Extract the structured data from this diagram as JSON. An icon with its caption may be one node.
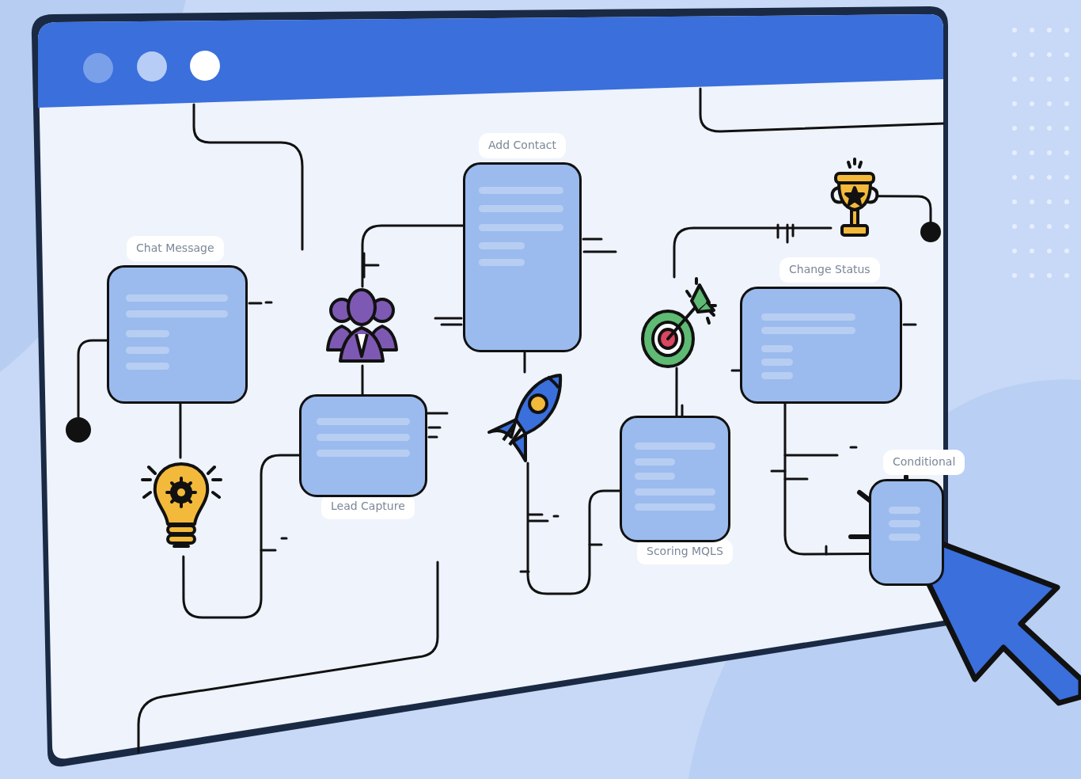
{
  "diagram": {
    "nodes": [
      {
        "text": [
          "Chat Message"
        ]
      },
      {
        "text": [],
        "shape": "picture"
      },
      {
        "text": [
          "Lead Capture"
        ]
      },
      {
        "text": [],
        "shape": "picture"
      },
      {
        "text": [
          "Add Contact"
        ]
      },
      {
        "text": [],
        "shape": "picture"
      },
      {
        "text": [
          "Scoring MQLS"
        ]
      },
      {
        "text": [],
        "shape": "picture"
      },
      {
        "text": [
          "Change Status"
        ]
      },
      {
        "text": [],
        "shape": "picture"
      },
      {
        "text": [
          "Conditional"
        ]
      },
      {
        "text": [],
        "shape": "circle"
      },
      {
        "text": [],
        "shape": "circle"
      }
    ],
    "edges": [
      {
        "from": 11,
        "to": 0,
        "arrow": "none"
      },
      {
        "from": 0,
        "to": 1,
        "arrow": "none"
      },
      {
        "from": 1,
        "to": 2,
        "arrow": "none"
      },
      {
        "from": 2,
        "to": 3,
        "arrow": "none"
      },
      {
        "from": 3,
        "to": 4,
        "arrow": "none"
      },
      {
        "from": 4,
        "to": 5,
        "arrow": "none"
      },
      {
        "from": 5,
        "to": 6,
        "arrow": "none"
      },
      {
        "from": 6,
        "to": 7,
        "arrow": "none"
      },
      {
        "from": 7,
        "to": 9,
        "arrow": "none"
      },
      {
        "from": 9,
        "to": 12,
        "arrow": "none"
      },
      {
        "from": 8,
        "to": 10,
        "arrow": "none"
      }
    ]
  }
}
